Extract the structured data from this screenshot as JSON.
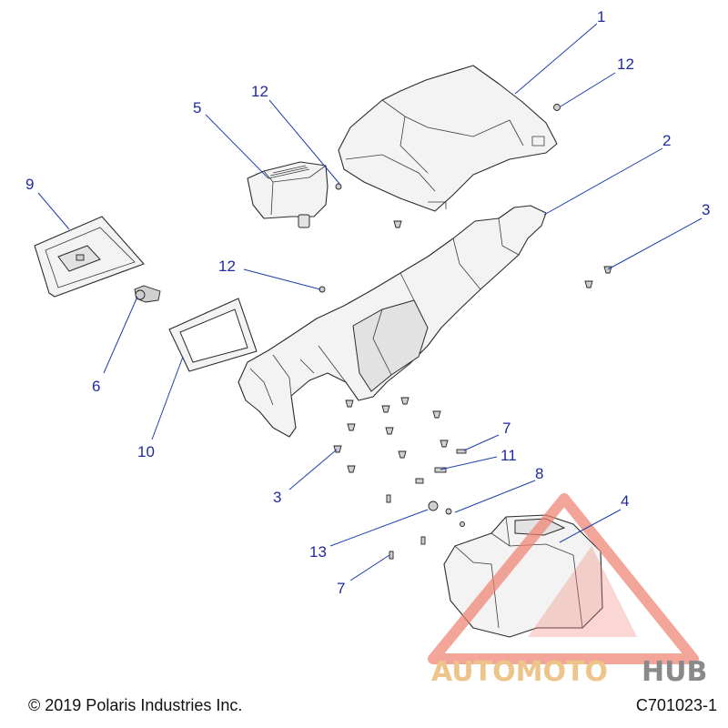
{
  "callouts": {
    "c1": "1",
    "c2": "2",
    "c3a": "3",
    "c3b": "3",
    "c4": "4",
    "c5": "5",
    "c6": "6",
    "c7a": "7",
    "c7b": "7",
    "c8": "8",
    "c9": "9",
    "c10": "10",
    "c11": "11",
    "c12a": "12",
    "c12b": "12",
    "c12c": "12",
    "c13": "13"
  },
  "watermark": {
    "part1": "AUTOMOTO",
    "part2": "HUB",
    "color_primary": "#f08070",
    "color_secondary": "#e0b060",
    "color_dark": "#5a5a5a"
  },
  "footer": {
    "copyright": "© 2019 Polaris Industries Inc.",
    "diagram_id": "C701023-1"
  },
  "colors": {
    "callout": "#1f2a9c",
    "leader": "#1f3fa8"
  }
}
